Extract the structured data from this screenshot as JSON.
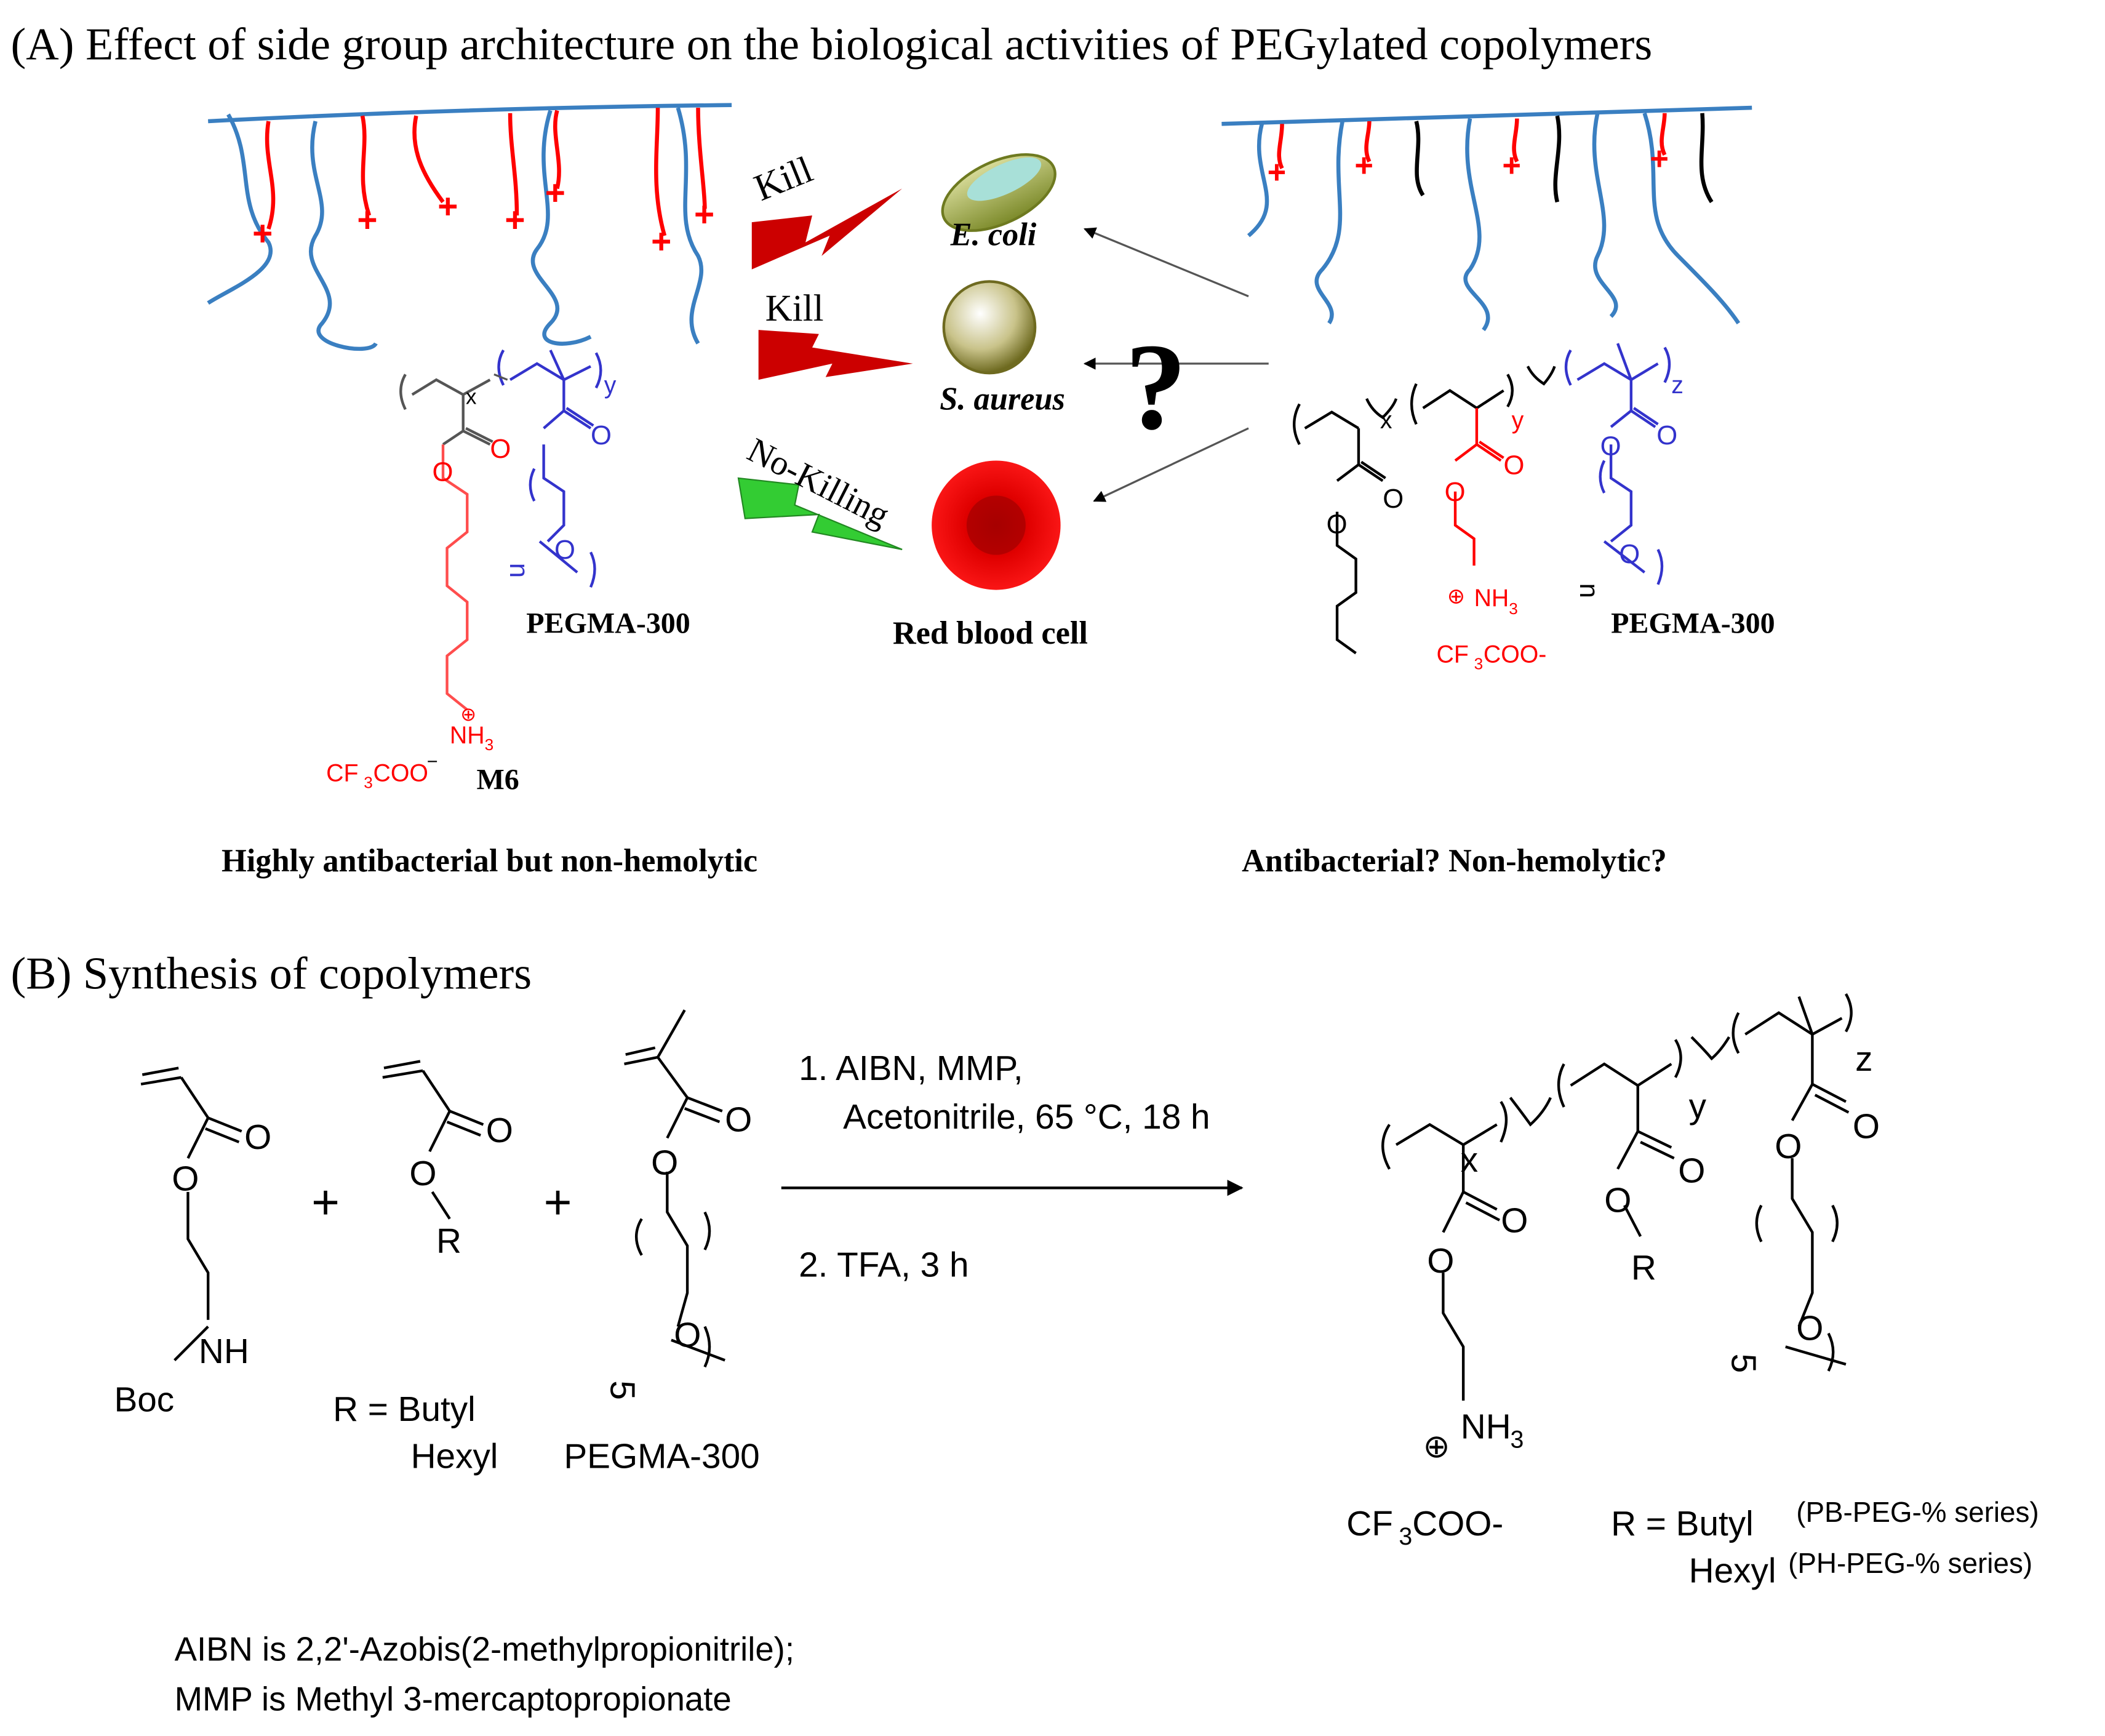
{
  "panel_a": {
    "heading": "(A) Effect of side group architecture on the biological activities of PEGylated copolymers",
    "kill_1": "Kill",
    "kill_2": "Kill",
    "no_killing": "No-Killing",
    "e_coli": "E. coli",
    "s_aureus": "S. aureus",
    "red_blood_cell": "Red blood cell",
    "question": "?",
    "pegma_left": "PEGMA-300",
    "pegma_right": "PEGMA-300",
    "m6": "M6",
    "caption_left": "Highly antibacterial but non-hemolytic",
    "caption_right": "Antibacterial? Non-hemolytic?",
    "left_struct": {
      "x": "x",
      "y": "y",
      "o1": "O",
      "o2": "O",
      "o3": "O",
      "o4": "O",
      "n": "n",
      "nh3": "NH",
      "nh3_sub": "3",
      "plus": "⊕",
      "counter": "CF",
      "counter_sub": "3",
      "counter_tail": "COO",
      "minus": "−"
    },
    "right_struct": {
      "x": "x",
      "y": "y",
      "z": "z",
      "o1": "O",
      "o2": "O",
      "o3": "O",
      "o4": "O",
      "o5": "O",
      "o6": "O",
      "o7": "O",
      "n": "n",
      "nh3": "NH",
      "nh3_sub": "3",
      "plus": "⊕",
      "counter": "CF",
      "counter_sub": "3",
      "counter_tail": "COO-"
    }
  },
  "panel_b": {
    "heading": "(B) Synthesis of copolymers",
    "cond_1a": "1. AIBN, MMP,",
    "cond_1b": "Acetonitrile, 65 °C, 18 h",
    "cond_2": "2. TFA, 3 h",
    "plus1": "+",
    "plus2": "+",
    "m1": {
      "o1": "O",
      "o2": "O",
      "nh": "NH",
      "boc": "Boc"
    },
    "m2": {
      "o1": "O",
      "o2": "O",
      "r": "R",
      "r_def_1": "R = Butyl",
      "r_def_2": "Hexyl"
    },
    "m3": {
      "o1": "O",
      "o2": "O",
      "o3": "O",
      "n": "5",
      "name": "PEGMA-300"
    },
    "product": {
      "x": "x",
      "y": "y",
      "z": "z",
      "o1": "O",
      "o2": "O",
      "o3": "O",
      "o4": "O",
      "o5": "O",
      "o6": "O",
      "o7": "O",
      "r": "R",
      "n": "5",
      "nh3": "NH",
      "nh3_sub": "3",
      "plus": "⊕",
      "counter": "CF",
      "counter_sub": "3",
      "counter_tail": "COO-",
      "r_def_1": "R = Butyl",
      "r_def_2": "Hexyl",
      "series_1": "(PB-PEG-% series)",
      "series_2": "(PH-PEG-% series)"
    },
    "note_1": "AIBN is 2,2'-Azobis(2-methylpropionitrile);",
    "note_2": "MMP is Methyl 3-mercaptopropionate"
  },
  "colors": {
    "cationic": "#ff0000",
    "peg": "#3a7fc1",
    "peg_struct": "#3333cc",
    "hydrophobic": "#000000",
    "kill_bolt": "#cc0000",
    "nokill_bolt": "#33cc33"
  }
}
